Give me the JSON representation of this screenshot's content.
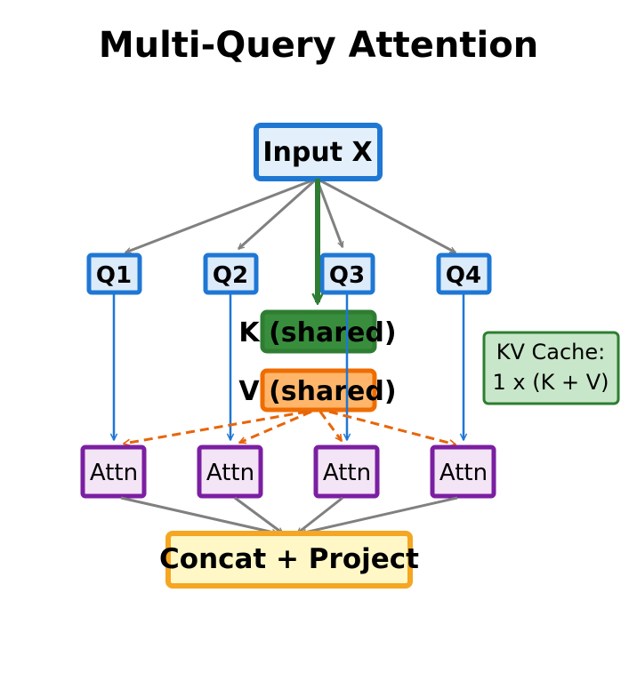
{
  "title": "Multi-Query Attention",
  "nodes": {
    "input": "Input X",
    "queries": [
      "Q1",
      "Q2",
      "Q3",
      "Q4"
    ],
    "k_shared": "K (shared)",
    "v_shared": "V (shared)",
    "attn": [
      "Attn",
      "Attn",
      "Attn",
      "Attn"
    ],
    "concat": "Concat + Project"
  },
  "kv_cache": {
    "line1": "KV Cache:",
    "line2": "1 x (K + V)"
  },
  "colors": {
    "input_border": "#1f77d4",
    "input_fill": "#e3f0fb",
    "query_border": "#1f77d4",
    "query_fill": "#dcebfa",
    "k_border": "#2e7d32",
    "k_fill": "#388e3c",
    "v_border": "#ef6c00",
    "v_fill": "#ffb66b",
    "attn_border": "#7b1fa2",
    "attn_fill": "#f3e5f5",
    "concat_border": "#f5a623",
    "concat_fill": "#fff8c6",
    "cache_border": "#2e7d32",
    "cache_fill": "#c8e6c9",
    "gray_arrow": "#808080",
    "blue_arrow": "#1f77d4",
    "green_arrow": "#2e7d32",
    "orange_arrow": "#e8650a"
  }
}
